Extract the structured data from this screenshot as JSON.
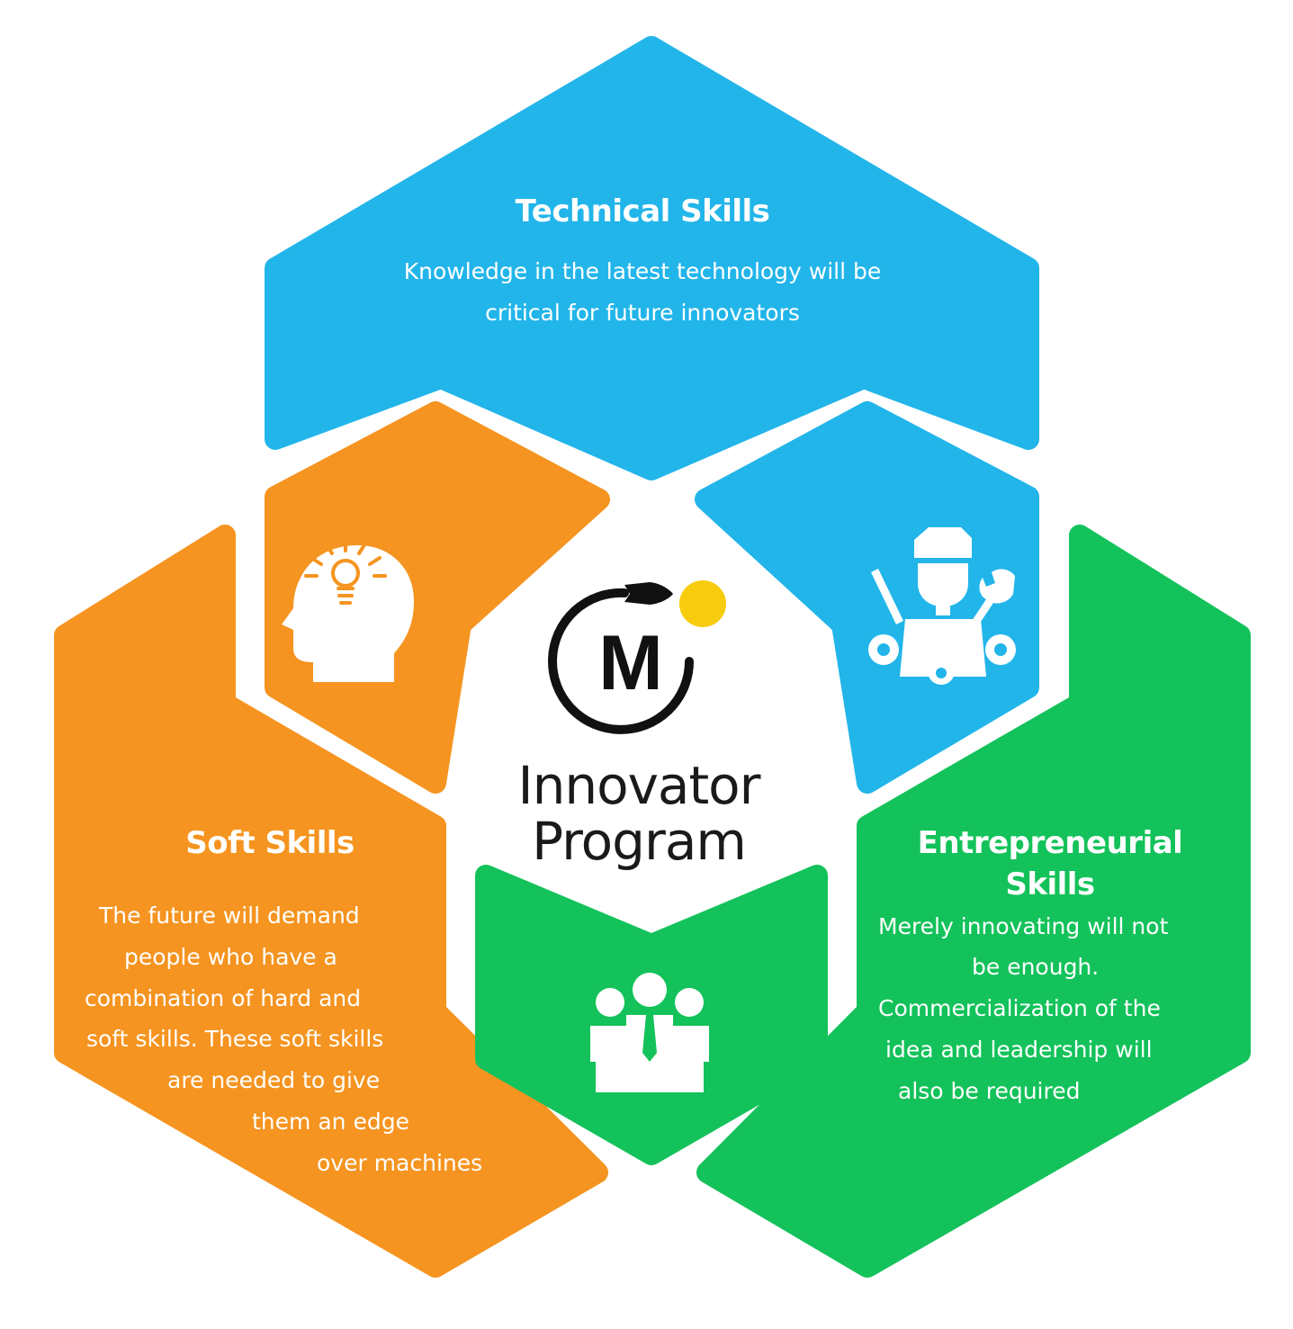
{
  "colors": {
    "technical": "#22B5EA",
    "soft": "#F59420",
    "entrepreneurial": "#13C25A",
    "logo_dot": "#F7CC0E",
    "logo_ink": "#111111"
  },
  "center": {
    "logo_letter": "M",
    "title_line1": "Innovator",
    "title_line2": "Program"
  },
  "technical": {
    "title": "Technical Skills",
    "body": [
      "Knowledge in the latest technology will be",
      "critical for future innovators"
    ],
    "icon": "technician-tools-icon"
  },
  "soft": {
    "title": "Soft Skills",
    "body": [
      "The future will demand",
      "people who have a",
      "combination of hard and",
      "soft skills. These soft skills",
      "are needed to give",
      "them an edge",
      "over machines"
    ],
    "icon": "head-lightbulb-icon"
  },
  "entrepreneurial": {
    "title_line1": "Entrepreneurial",
    "title_line2": "Skills",
    "body": [
      "Merely innovating will not",
      "be enough.",
      "Commercialization of the",
      "idea and leadership will",
      "also be required"
    ],
    "icon": "team-people-icon"
  }
}
